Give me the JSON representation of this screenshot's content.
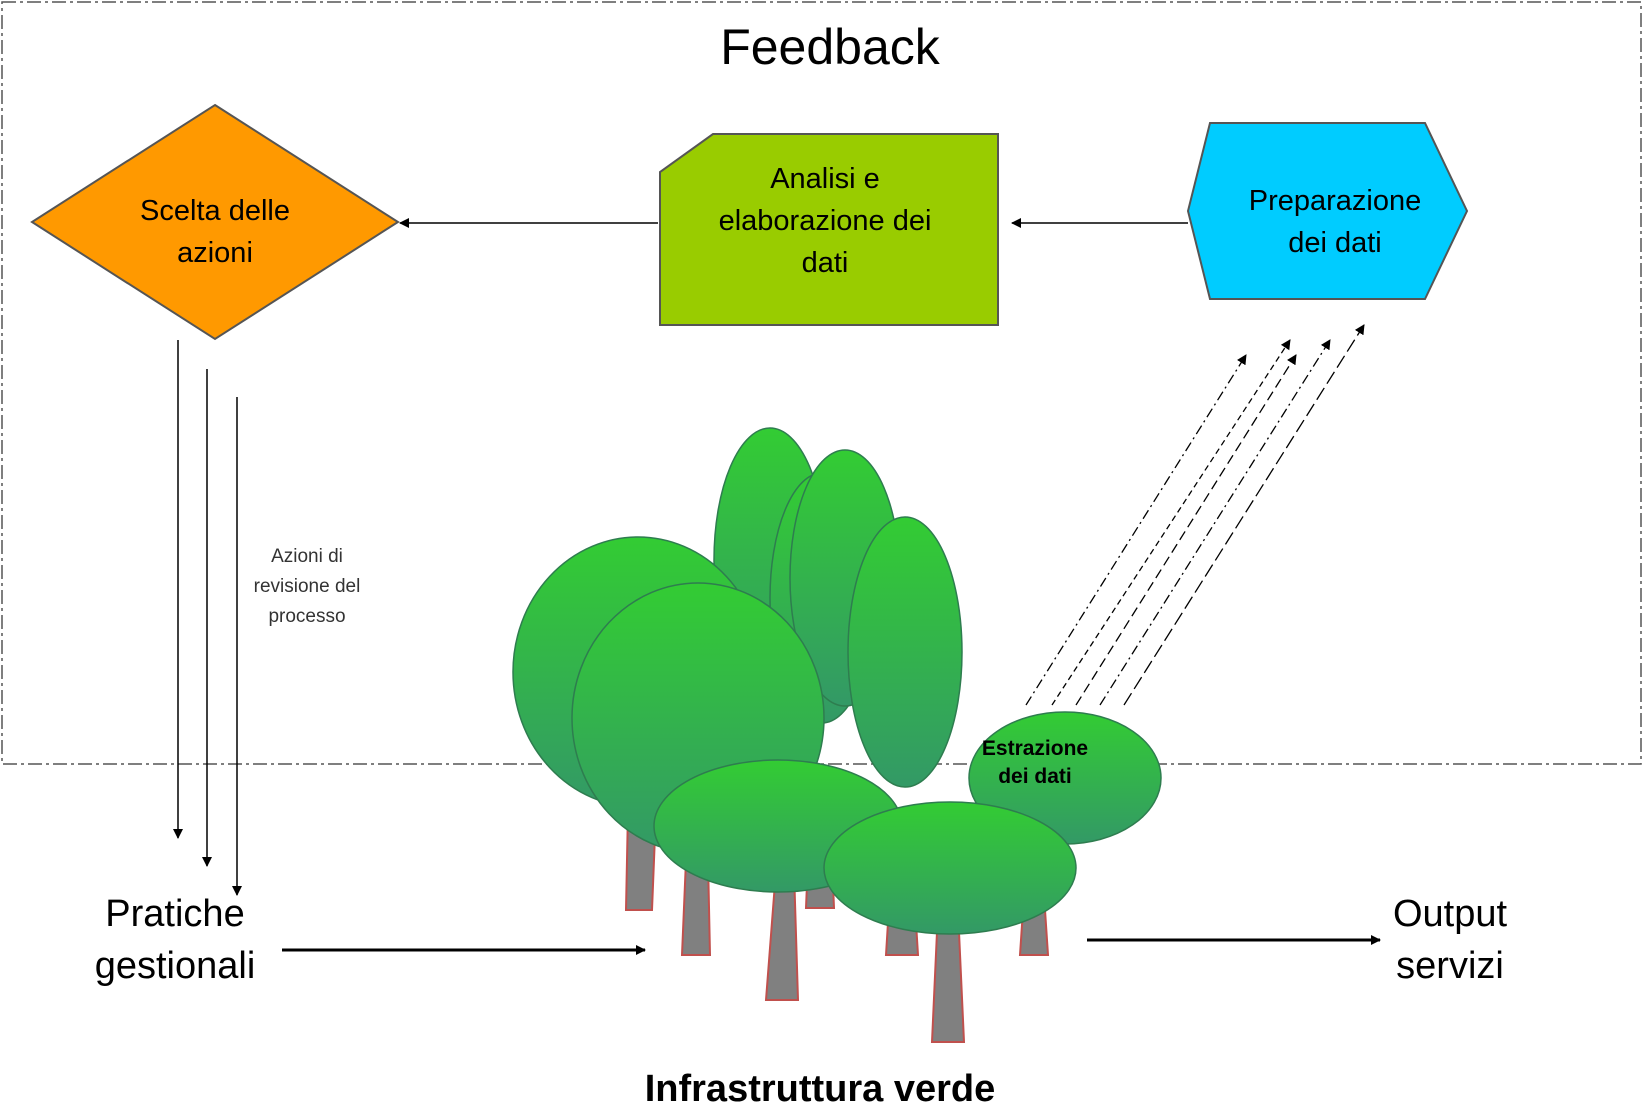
{
  "feedback": {
    "title": "Feedback"
  },
  "nodes": {
    "scelta": "Scelta delle\nazioni",
    "analisi": "Analisi e\nelaborazione dei\ndati",
    "preparazione": "Preparazione\ndei dati",
    "estrazione": "Estrazione\ndei dati"
  },
  "labels": {
    "azioni_revisione": "Azioni di\nrevisione del\nprocesso",
    "pratiche": "Pratiche\ngestionali",
    "output": "Output\nservizi",
    "infrastruttura": "Infrastruttura verde"
  },
  "colors": {
    "scelta_fill": "#FF9900",
    "analisi_fill": "#99CC00",
    "preparazione_fill": "#00CCFF",
    "tree_light": "#33CC33",
    "tree_dark": "#339966",
    "trunk": "#808080",
    "trunk_border": "#C0504D"
  },
  "icons": {
    "trees": "tree-cluster-icon"
  }
}
